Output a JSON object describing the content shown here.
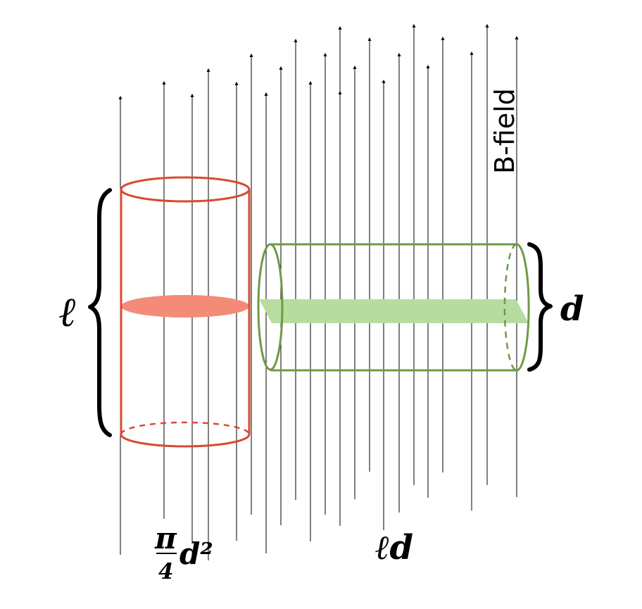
{
  "field": {
    "label": "B-field"
  },
  "labels": {
    "length": "ℓ",
    "diameter": "d",
    "area_vertical_numerator": "π",
    "area_vertical_denominator": "4",
    "area_vertical_var": "d²",
    "area_horizontal": "ℓd"
  },
  "colors": {
    "vertical_cylinder": "#d94a2f",
    "vertical_cross_section": "#f38b78",
    "horizontal_cylinder": "#6f9a45",
    "horizontal_cross_section": "#b8dca0",
    "field_lines": "#000000",
    "braces": "#000000"
  }
}
